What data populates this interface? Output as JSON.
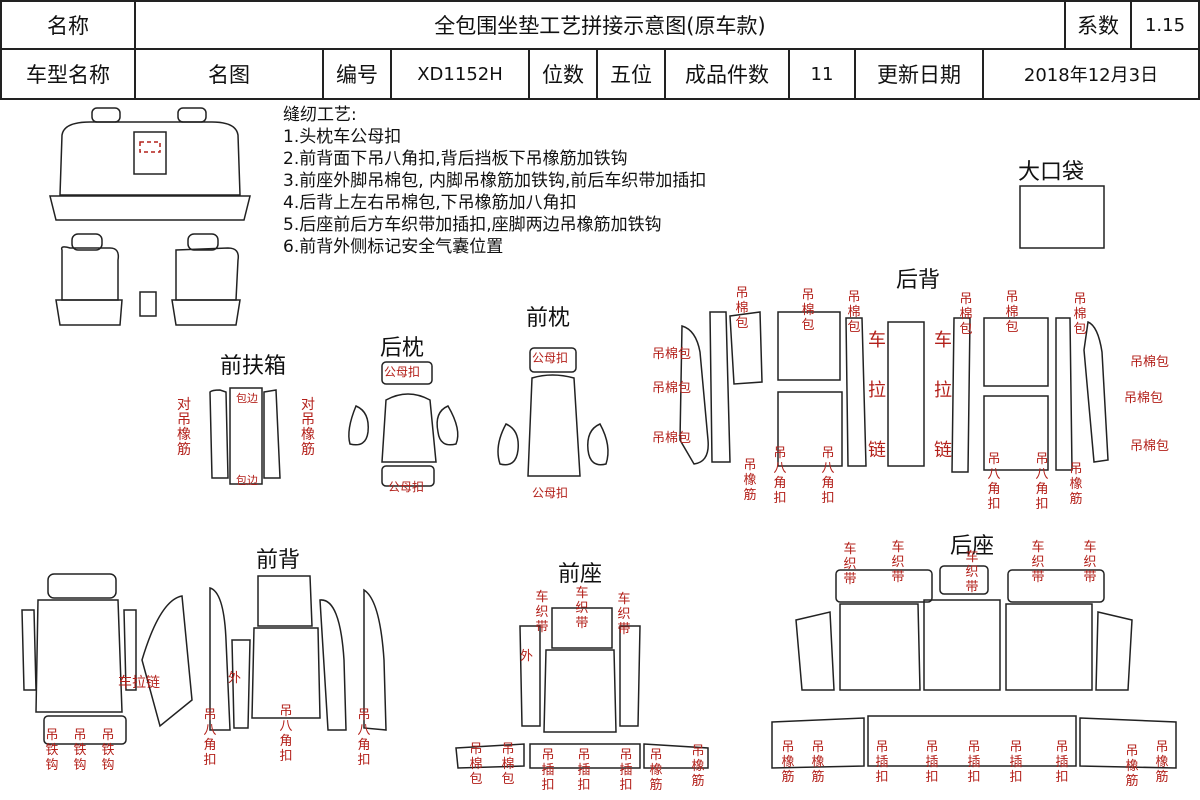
{
  "header": {
    "name_label": "名称",
    "title": "全包围坐垫工艺拼接示意图(原车款)",
    "coef_label": "系数",
    "coef_value": "1.15",
    "model_label": "车型名称",
    "model_value": "名图",
    "code_label": "编号",
    "code_value": "XD1152H",
    "seats_label": "位数",
    "seats_value": "五位",
    "pieces_label": "成品件数",
    "pieces_value": "11",
    "update_label": "更新日期",
    "update_value": "2018年12月3日"
  },
  "notes": {
    "title": "缝纫工艺:",
    "lines": [
      "1.头枕车公母扣",
      "2.前背面下吊八角扣,背后挡板下吊橡筋加铁钩",
      "3.前座外脚吊棉包, 内脚吊橡筋加铁钩,前后车织带加插扣",
      "4.后背上左右吊棉包,下吊橡筋加八角扣",
      "5.后座前后方车织带加插扣,座脚两边吊橡筋加铁钩",
      "6.前背外侧标记安全气囊位置"
    ]
  },
  "sections": {
    "big_pocket": "大口袋",
    "rear_back": "后背",
    "front_headrest": "前枕",
    "rear_headrest": "后枕",
    "front_armrest": "前扶箱",
    "front_back": "前背",
    "front_seat": "前座",
    "rear_seat": "后座"
  },
  "labels": {
    "duidiao": "对吊橡筋",
    "baobian": "包边",
    "gongmukou": "公母扣",
    "diaomianbao": "吊棉包",
    "chelalian": "车拉链",
    "che": "车",
    "la": "拉",
    "lian": "链",
    "diaobajiaokou": "吊八角扣",
    "diaoxiangjin": "吊橡筋",
    "chezhidai": "车织带",
    "diaotiegou": "吊铁钩",
    "diaochakou": "吊插扣",
    "wai": "外"
  },
  "colors": {
    "ink": "#222222",
    "annotation_red": "#b3201a"
  }
}
